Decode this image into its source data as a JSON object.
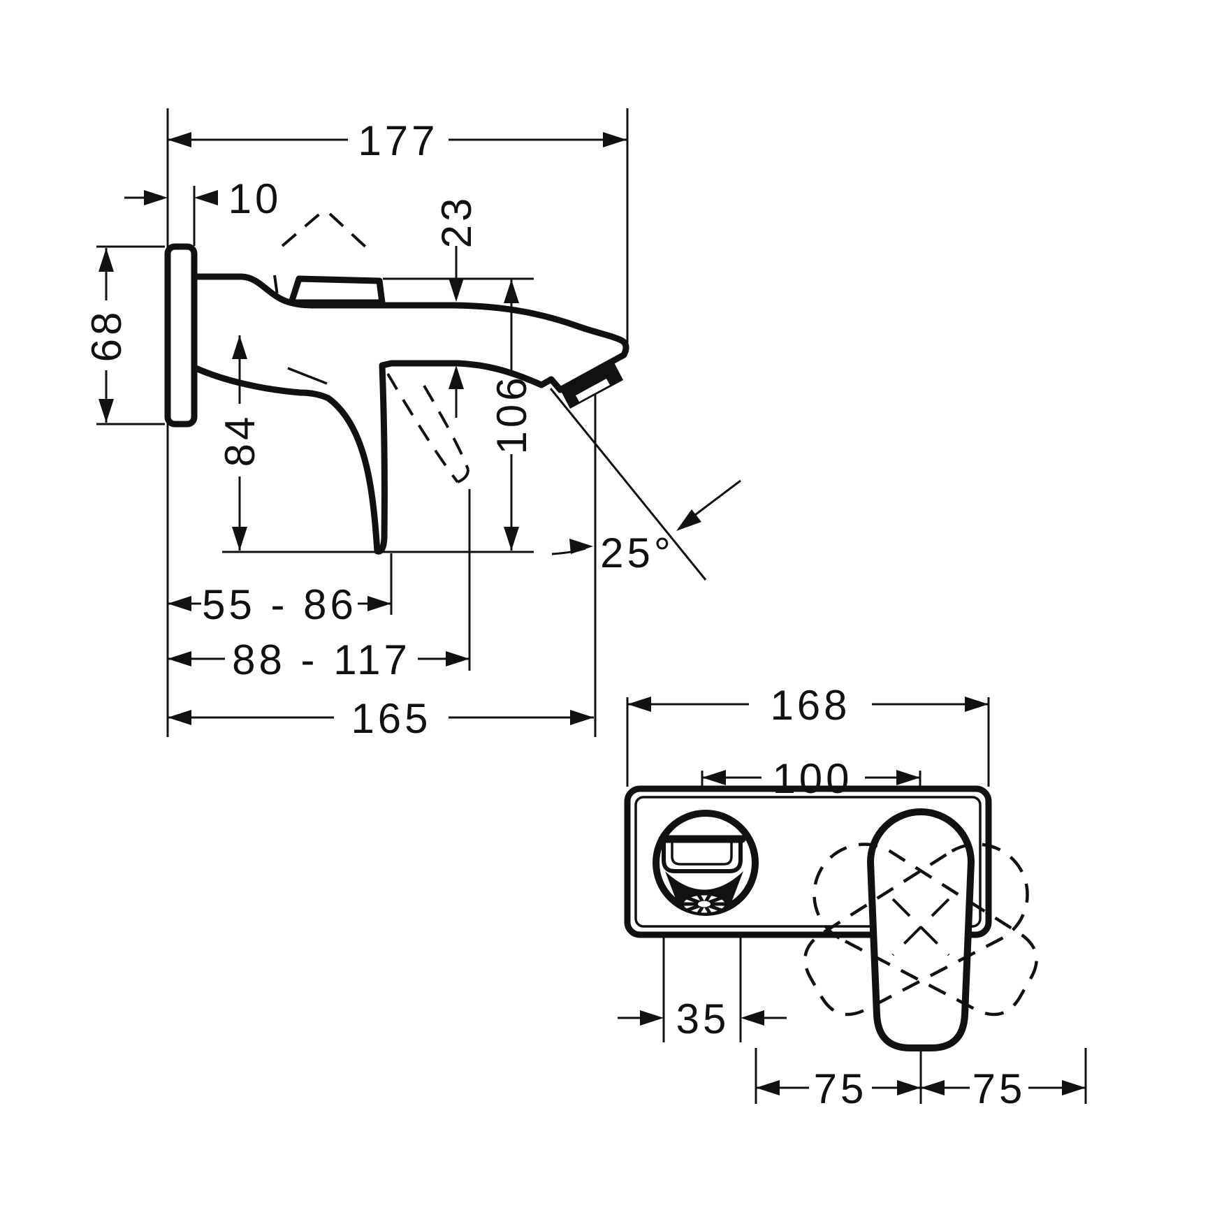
{
  "colors": {
    "ink": "#111111",
    "paper": "#ffffff"
  },
  "drawing": {
    "type": "technical-dimension-drawing",
    "subject": "wall-mounted single-lever basin mixer, side and front elevations",
    "side_view": {
      "labels": {
        "overall_depth": "177",
        "plate_thickness": "10",
        "spout_tube_height": "23",
        "plate_height": "68",
        "lever_drop": "84",
        "outlet_drop": "106",
        "spout_angle": "25°",
        "outlet_offset_range": "55 - 86",
        "lever_reach_range": "88 - 117",
        "overall_reach": "165"
      }
    },
    "front_view": {
      "labels": {
        "plate_width": "168",
        "spout_to_handle_centres": "100",
        "outlet_width": "35",
        "swing_left": "75",
        "swing_right": "75"
      }
    }
  }
}
